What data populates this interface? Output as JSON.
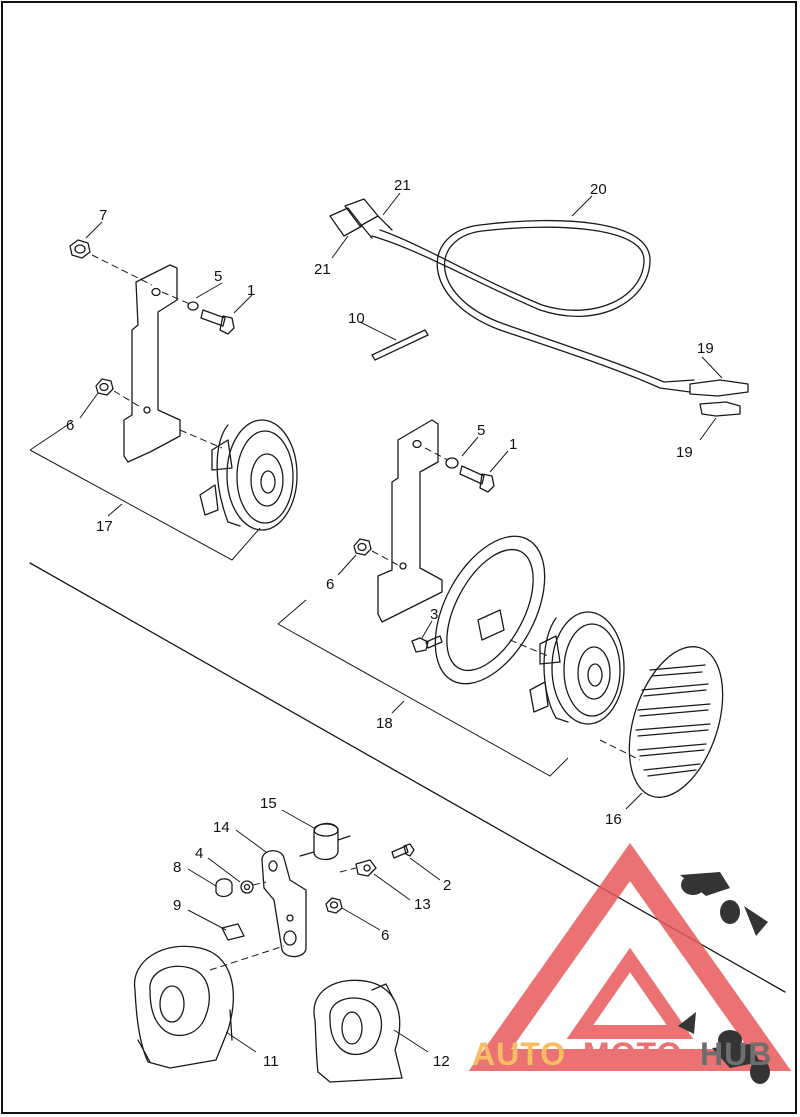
{
  "diagram": {
    "callouts": {
      "c1a": "1",
      "c1b": "1",
      "c2": "2",
      "c3": "3",
      "c4": "4",
      "c5a": "5",
      "c5b": "5",
      "c6a": "6",
      "c6b": "6",
      "c6c": "6",
      "c7": "7",
      "c8": "8",
      "c9": "9",
      "c10": "10",
      "c11": "11",
      "c12": "12",
      "c13": "13",
      "c14": "14",
      "c15": "15",
      "c16": "16",
      "c17": "17",
      "c18": "18",
      "c19a": "19",
      "c19b": "19",
      "c20": "20",
      "c21a": "21",
      "c21b": "21"
    }
  },
  "watermark": {
    "text_auto": "AUTO",
    "text_moto": "MOTO",
    "text_hub": "HUB",
    "colors": {
      "red": "#e8595a",
      "orange": "#f5b24a",
      "gray": "#555555"
    }
  }
}
